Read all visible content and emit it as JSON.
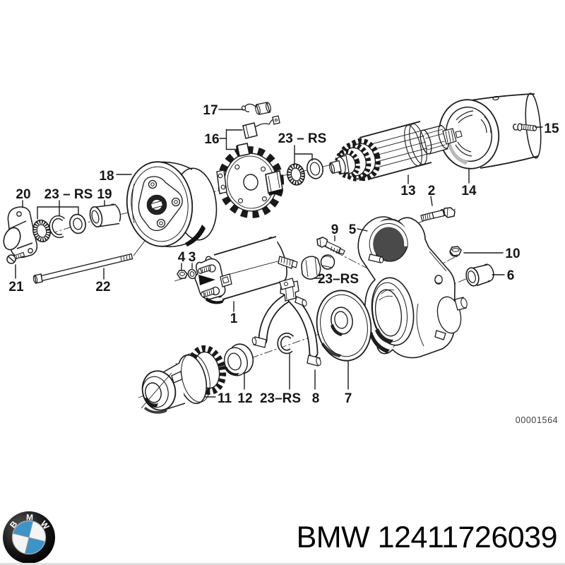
{
  "diagram": {
    "doc_number": "00001564",
    "callouts": [
      {
        "id": "c17",
        "text": "17"
      },
      {
        "id": "c16",
        "text": "16"
      },
      {
        "id": "c23rs_top",
        "text": "23 – RS"
      },
      {
        "id": "c15",
        "text": "15"
      },
      {
        "id": "c13",
        "text": "13"
      },
      {
        "id": "c2",
        "text": "2"
      },
      {
        "id": "c14",
        "text": "14"
      },
      {
        "id": "c18",
        "text": "18"
      },
      {
        "id": "c20",
        "text": "20"
      },
      {
        "id": "c23rs_left",
        "text": "23 – RS"
      },
      {
        "id": "c19",
        "text": "19"
      },
      {
        "id": "c21",
        "text": "21"
      },
      {
        "id": "c22",
        "text": "22"
      },
      {
        "id": "c4",
        "text": "4"
      },
      {
        "id": "c3",
        "text": "3"
      },
      {
        "id": "c1",
        "text": "1"
      },
      {
        "id": "c9",
        "text": "9"
      },
      {
        "id": "c5",
        "text": "5"
      },
      {
        "id": "c10",
        "text": "10"
      },
      {
        "id": "c6",
        "text": "6"
      },
      {
        "id": "c23rs_mid",
        "text": "23–RS"
      },
      {
        "id": "c11",
        "text": "11"
      },
      {
        "id": "c12",
        "text": "12"
      },
      {
        "id": "c23rs_bot",
        "text": "23–RS"
      },
      {
        "id": "c8",
        "text": "8"
      },
      {
        "id": "c7",
        "text": "7"
      }
    ]
  },
  "footer": {
    "brand": "BMW",
    "part_number": "12411726039",
    "logo": {
      "letters": [
        "B",
        "M",
        "W"
      ],
      "ring_color": "#0b0b0b",
      "blue": "#3d94c9",
      "white": "#f4f4f4"
    }
  }
}
